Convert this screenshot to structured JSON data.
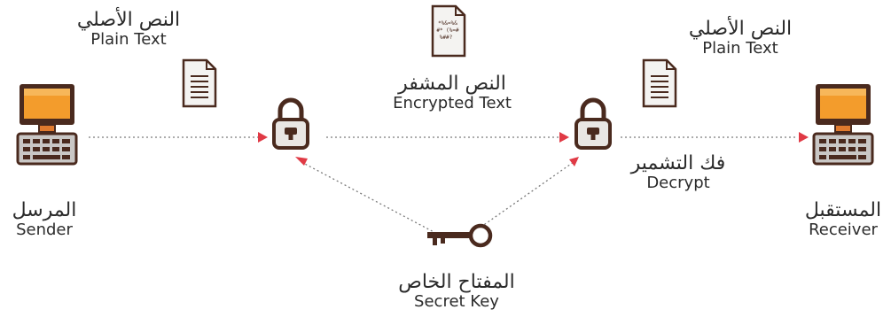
{
  "sender": {
    "ar": "المرسل",
    "en": "Sender"
  },
  "receiver": {
    "ar": "المستقبل",
    "en": "Receiver"
  },
  "plain_text_left": {
    "ar": "النص الأصلي",
    "en": "Plain Text"
  },
  "plain_text_right": {
    "ar": "النص الأصلي",
    "en": "Plain Text"
  },
  "encrypted_text": {
    "ar": "النص المشفر",
    "en": "Encrypted Text"
  },
  "decrypt": {
    "ar": "فك التشمير",
    "en": "Decrypt"
  },
  "secret_key": {
    "ar": "المفتاح الخاص",
    "en": "Secret Key"
  },
  "cipher_doc_text": [
    "*%&=%&",
    "#* (%=#",
    "%##?"
  ],
  "colors": {
    "outline": "#4a2a1e",
    "monitor_orange": "#f39c2c",
    "monitor_stand": "#e07a2e",
    "keyboard_gray": "#c9c7c5",
    "lock_body": "#e9e6e3",
    "doc_fill": "#f4f3f1",
    "arrow_red": "#e03a45",
    "dotted_line": "#7a7a7a"
  }
}
